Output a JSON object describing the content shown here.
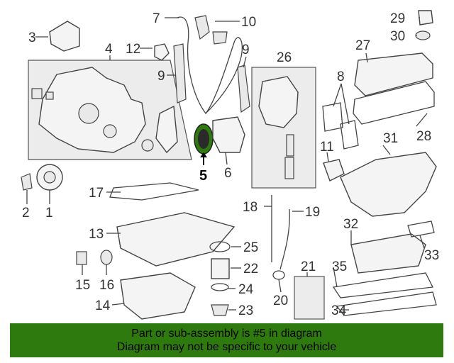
{
  "callouts": [
    "1",
    "2",
    "3",
    "4",
    "5",
    "6",
    "7",
    "8",
    "9",
    "9",
    "10",
    "11",
    "12",
    "13",
    "14",
    "15",
    "16",
    "17",
    "18",
    "19",
    "20",
    "21",
    "22",
    "23",
    "24",
    "25",
    "26",
    "27",
    "28",
    "29",
    "30",
    "31",
    "32",
    "33",
    "34",
    "35"
  ],
  "highlight": {
    "number": "5",
    "color": "#2f7a0f"
  },
  "banner": {
    "line1": "Part or sub-assembly is #5 in diagram",
    "line2": "Diagram may not be specific to your vehicle",
    "color": "#2f7a0f"
  }
}
